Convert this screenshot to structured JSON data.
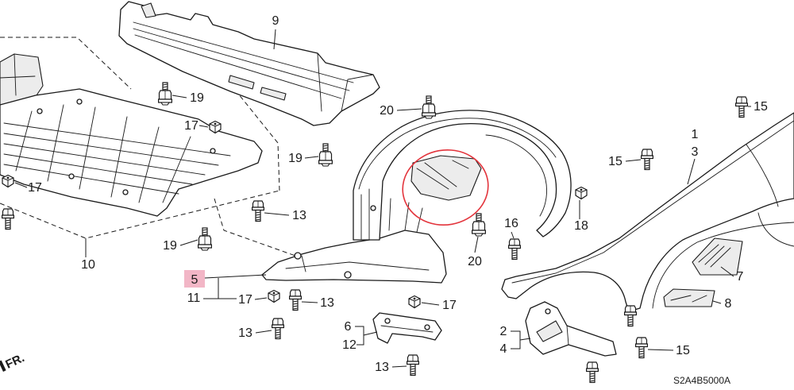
{
  "diagram_code": "S2A4B5000A",
  "direction_label": "FR.",
  "selected_callout": "5",
  "colors": {
    "line": "#1a1a1a",
    "part_fill": "#ffffff",
    "part_shade": "#ececec",
    "selected_highlight": "#f2b6c6",
    "annotation_circle": "#e3343c"
  },
  "callouts": [
    "9",
    "19",
    "17",
    "20",
    "15",
    "1",
    "3",
    "19",
    "15",
    "17",
    "13",
    "18",
    "16",
    "10",
    "19",
    "20",
    "7",
    "5",
    "11",
    "17",
    "13",
    "17",
    "8",
    "6",
    "12",
    "2",
    "4",
    "13",
    "15",
    "13"
  ]
}
